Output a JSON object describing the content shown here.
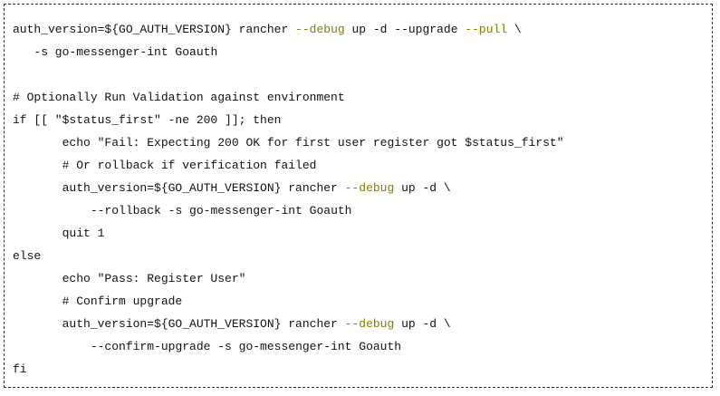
{
  "colors": {
    "text": "#111111",
    "flag": "#808000",
    "border": "#333333",
    "background": "#ffffff"
  },
  "code": {
    "lines": [
      {
        "id": "l1",
        "indent": "",
        "segments": [
          {
            "t": "auth_version=${GO_AUTH_VERSION} rancher "
          },
          {
            "t": "--debug",
            "k": 1
          },
          {
            "t": " up -d --upgrade "
          },
          {
            "t": "--pull",
            "k": 1
          },
          {
            "t": " \\"
          }
        ]
      },
      {
        "id": "l2",
        "indent": "   ",
        "segments": [
          {
            "t": "-s go-messenger-int Goauth"
          }
        ]
      },
      {
        "id": "l3",
        "indent": "",
        "segments": []
      },
      {
        "id": "l4",
        "indent": "",
        "segments": [
          {
            "t": "# Optionally Run Validation against environment"
          }
        ]
      },
      {
        "id": "l5",
        "indent": "",
        "segments": [
          {
            "t": "if [[ \"$status_first\" -ne 200 ]]; then"
          }
        ]
      },
      {
        "id": "l6",
        "indent": "       ",
        "segments": [
          {
            "t": "echo \"Fail: Expecting 200 OK for first user register got $status_first\""
          }
        ]
      },
      {
        "id": "l7",
        "indent": "       ",
        "segments": [
          {
            "t": "# Or rollback if verification failed"
          }
        ]
      },
      {
        "id": "l8",
        "indent": "       ",
        "segments": [
          {
            "t": "auth_version=${GO_AUTH_VERSION} rancher "
          },
          {
            "t": "--debug",
            "k": 1
          },
          {
            "t": " up -d \\"
          }
        ]
      },
      {
        "id": "l9",
        "indent": "           ",
        "segments": [
          {
            "t": "--rollback -s go-messenger-int Goauth"
          }
        ]
      },
      {
        "id": "l10",
        "indent": "       ",
        "segments": [
          {
            "t": "quit 1"
          }
        ]
      },
      {
        "id": "l11",
        "indent": "",
        "segments": [
          {
            "t": "else"
          }
        ]
      },
      {
        "id": "l12",
        "indent": "       ",
        "segments": [
          {
            "t": "echo \"Pass: Register User\""
          }
        ]
      },
      {
        "id": "l13",
        "indent": "       ",
        "segments": [
          {
            "t": "# Confirm upgrade"
          }
        ]
      },
      {
        "id": "l14",
        "indent": "       ",
        "segments": [
          {
            "t": "auth_version=${GO_AUTH_VERSION} rancher "
          },
          {
            "t": "--debug",
            "k": 1
          },
          {
            "t": " up -d \\"
          }
        ]
      },
      {
        "id": "l15",
        "indent": "           ",
        "segments": [
          {
            "t": "--confirm-upgrade -s go-messenger-int Goauth"
          }
        ]
      },
      {
        "id": "l16",
        "indent": "",
        "segments": [
          {
            "t": "fi"
          }
        ]
      }
    ]
  }
}
